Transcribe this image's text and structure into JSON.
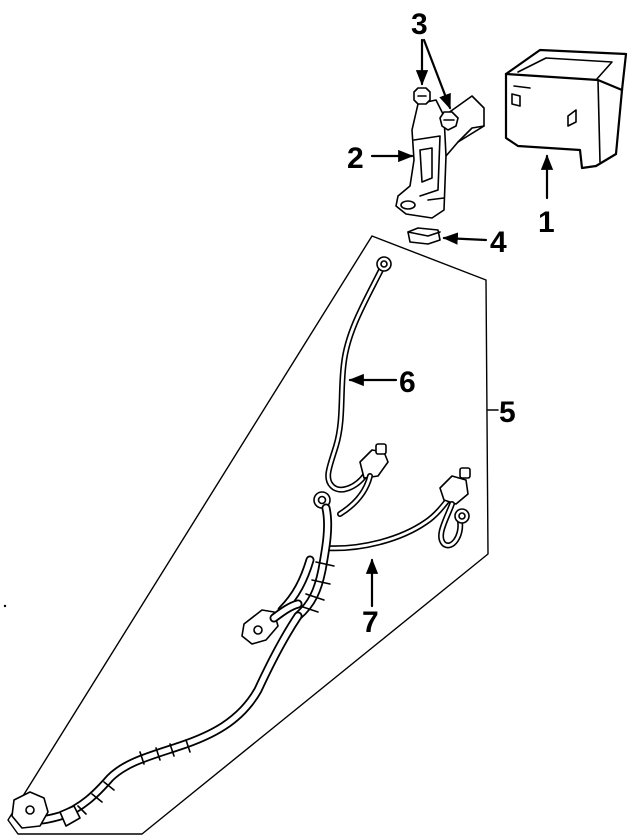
{
  "diagram": {
    "callouts": [
      {
        "id": "1",
        "part": "battery-tray"
      },
      {
        "id": "2",
        "part": "hold-down-bracket"
      },
      {
        "id": "3",
        "part": "bracket-bolts"
      },
      {
        "id": "4",
        "part": "insulator-pad"
      },
      {
        "id": "5",
        "part": "cable-harness-group"
      },
      {
        "id": "6",
        "part": "positive-cable"
      },
      {
        "id": "7",
        "part": "negative-cable"
      }
    ]
  }
}
